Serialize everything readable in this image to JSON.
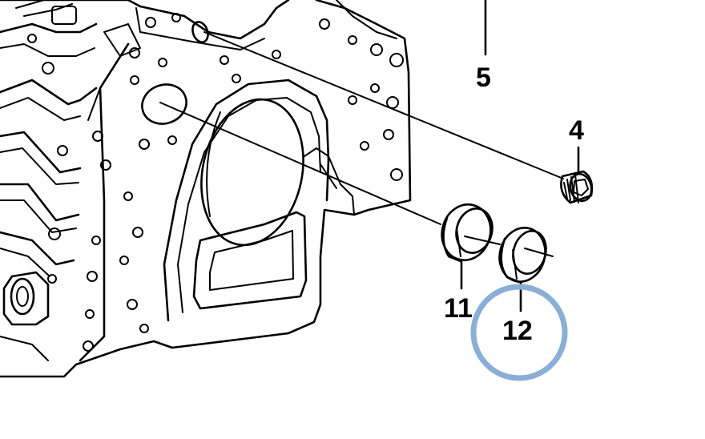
{
  "labels": {
    "p4": "4",
    "p5": "5",
    "p11": "11",
    "p12": "12"
  },
  "colors": {
    "ink": "#000000",
    "highlight": "#8aaed6",
    "background": "#ffffff"
  },
  "highlighted_part": "12"
}
